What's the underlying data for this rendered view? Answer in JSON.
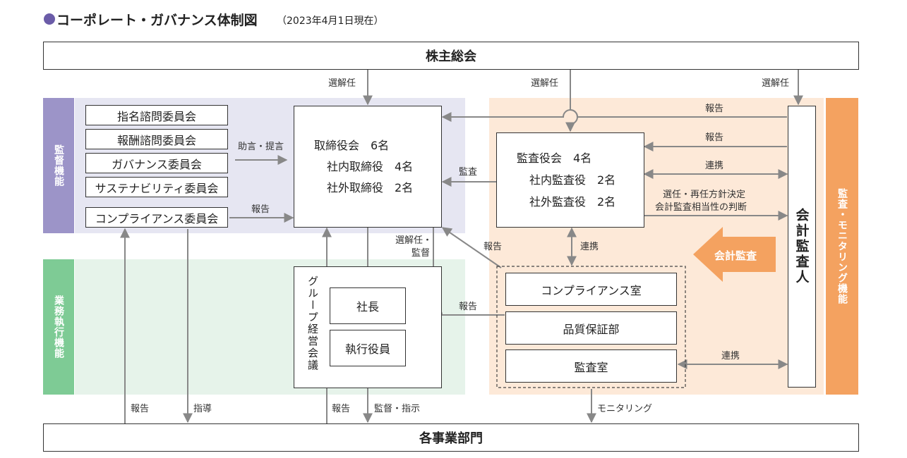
{
  "header": {
    "title": "コーポレート・ガバナンス体制図",
    "date_note": "（2023年4月1日現在）"
  },
  "colors": {
    "title_dot": "#6b5ca8",
    "supervision_band": "#e6e6f2",
    "supervision_side": "#9c94c8",
    "execution_band": "#e6f3ea",
    "execution_side": "#7ecb95",
    "audit_band": "#fde9d8",
    "audit_side": "#f4a260",
    "audit_arrow": "#f4a260",
    "line": "#888888"
  },
  "nodes": {
    "shareholders": "株主総会",
    "divisions": "各事業部門",
    "board": {
      "title": "取締役会　6名",
      "internal": "社内取締役　4名",
      "external": "社外取締役　2名"
    },
    "auditors": {
      "title": "監査役会　4名",
      "internal": "社内監査役　2名",
      "external": "社外監査役　2名"
    },
    "accounting_auditor": "会計監査人",
    "committees": [
      "指名諮問委員会",
      "報酬諮問委員会",
      "ガバナンス委員会",
      "サステナビリティ委員会"
    ],
    "compliance_committee": "コンプライアンス委員会",
    "group_meeting": "グループ経営会議",
    "president": "社長",
    "executive_officers": "執行役員",
    "compliance_office": "コンプライアンス室",
    "quality_dept": "品質保証部",
    "audit_office": "監査室",
    "accounting_audit_arrow": "会計監査"
  },
  "sidebars": {
    "supervision": "監督機能",
    "execution": "業務執行機能",
    "audit_monitoring": "監査・モニタリング機能"
  },
  "labels": {
    "elect1": "選解任",
    "elect2": "選解任",
    "elect3": "選解任",
    "advice": "助言・提言",
    "report_cc": "報告",
    "audit": "監査",
    "report_top1": "報告",
    "report_top2": "報告",
    "cooperation1": "連携",
    "appoint_policy_1": "選任・再任方針決定",
    "appoint_policy_2": "会計監査相当性の判断",
    "elect_supervise_1": "選解任・",
    "elect_supervise_2": "監督",
    "report_mid": "報告",
    "cooperation2": "連携",
    "report_pres": "報告",
    "cooperation3": "連携",
    "report_bottom1": "報告",
    "guidance": "指導",
    "report_bottom2": "報告",
    "supervise_direct": "監督・指示",
    "monitoring": "モニタリング"
  }
}
